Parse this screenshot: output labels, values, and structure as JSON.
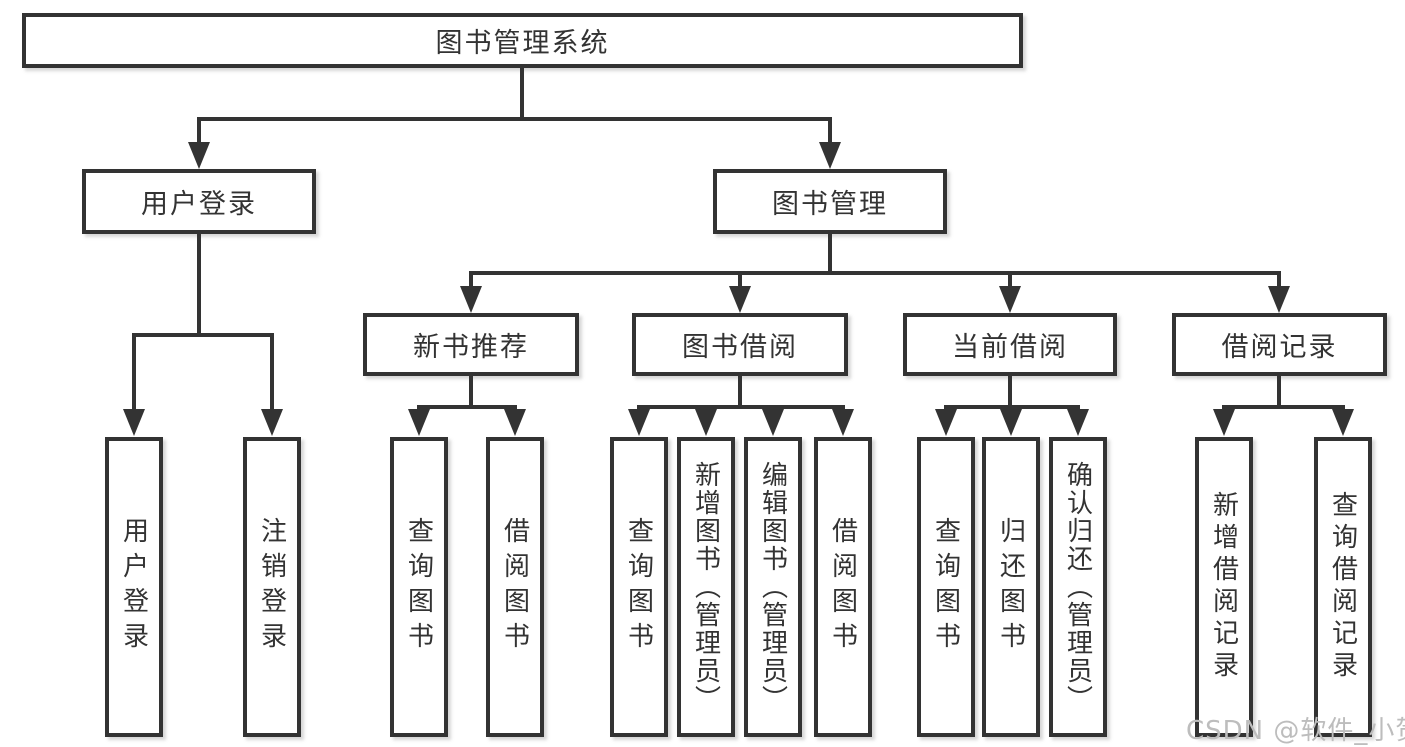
{
  "diagram": {
    "root_label": "图书管理系统",
    "level2": {
      "user_login": "用户登录",
      "book_mgmt": "图书管理"
    },
    "level3": {
      "new_books": "新书推荐",
      "book_borrow": "图书借阅",
      "current_borrow": "当前借阅",
      "borrow_records": "借阅记录"
    },
    "leaves": {
      "user_login": [
        "用户登录",
        "注销登录"
      ],
      "new_books": [
        "查询图书",
        "借阅图书"
      ],
      "book_borrow": [
        "查询图书",
        "新增图书（管理员）",
        "编辑图书（管理员）",
        "借阅图书"
      ],
      "current_borrow": [
        "查询图书",
        "归还图书",
        "确认归还（管理员）"
      ],
      "borrow_records": [
        "新增借阅记录",
        "查询借阅记录"
      ]
    }
  },
  "watermark": "CSDN @软件_小贺同学",
  "colors": {
    "line": "#333333",
    "text": "#333333",
    "box_fill": "#ffffff",
    "background": "#ffffff",
    "watermark": "#bdbdbd"
  }
}
